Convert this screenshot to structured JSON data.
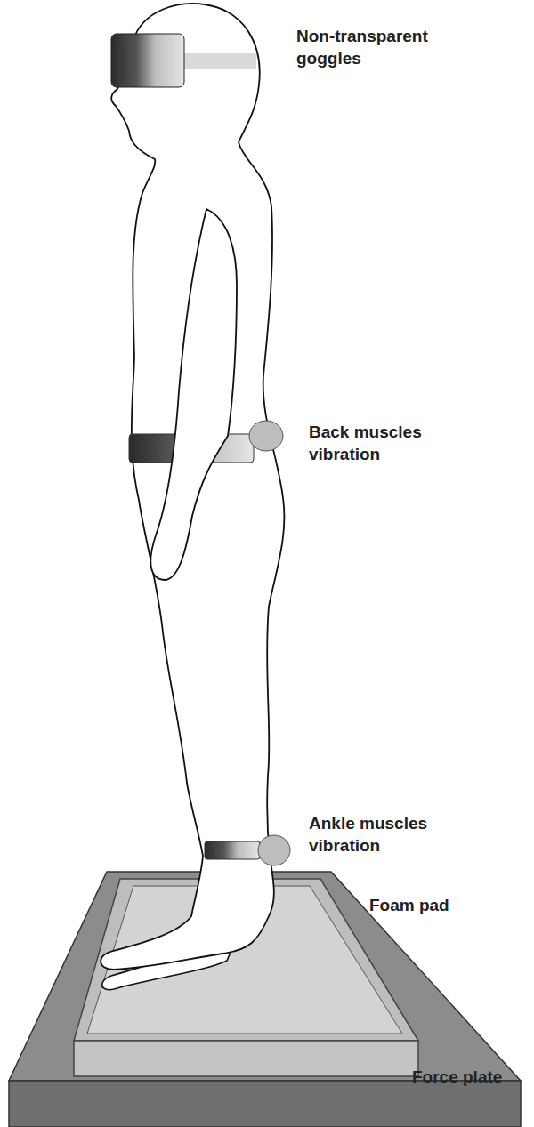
{
  "diagram": {
    "labels": [
      "Non-transparent goggles",
      "Back muscles vibration",
      "Ankle muscles vibration",
      "Foam pad",
      "Force plate"
    ]
  }
}
